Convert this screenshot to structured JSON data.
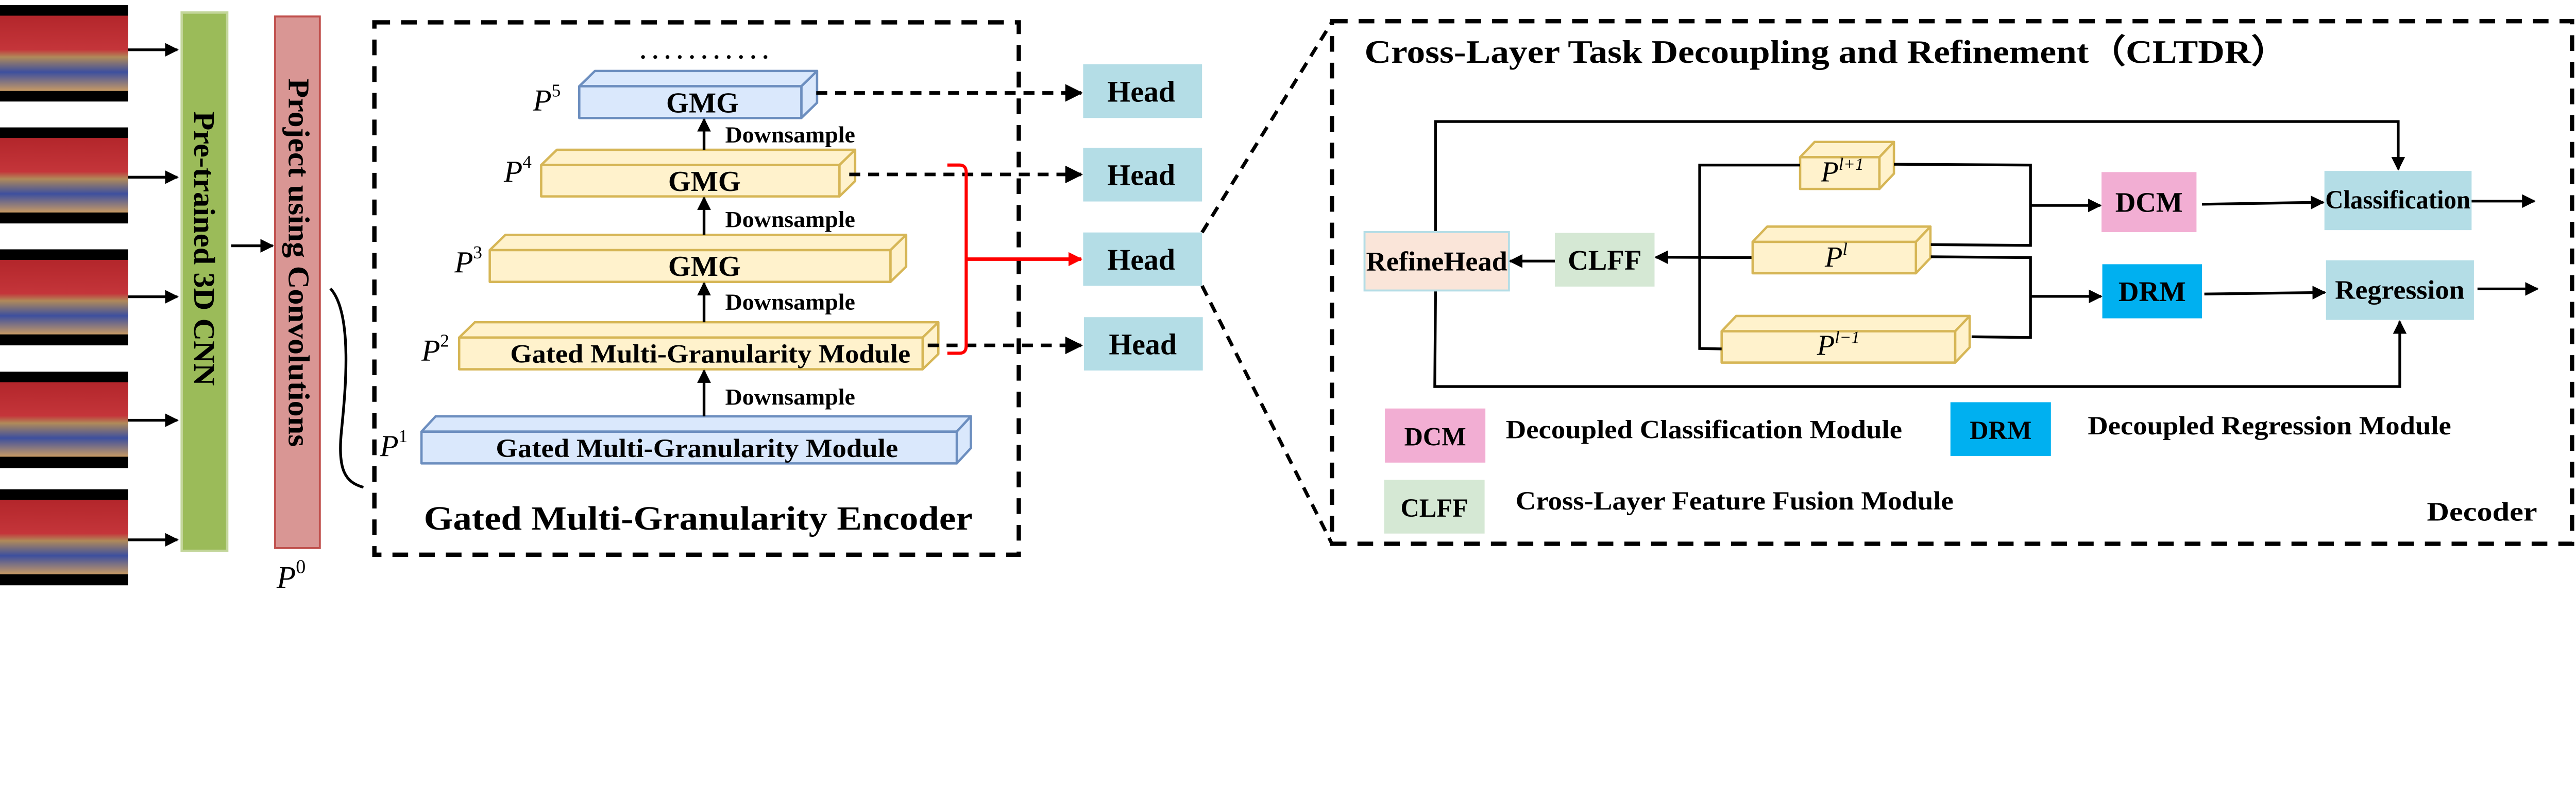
{
  "input": {
    "backbone_label": "Pre-trained 3D CNN",
    "projection_label": "Project using Convolutions",
    "p0_label": "P",
    "p0_sup": "0"
  },
  "encoder": {
    "title": "Gated Multi-Granularity Encoder",
    "ellipsis": "...........",
    "downsample_label": "Downsample",
    "levels": [
      {
        "label": "P",
        "sup": "5",
        "module": "GMG"
      },
      {
        "label": "P",
        "sup": "4",
        "module": "GMG"
      },
      {
        "label": "P",
        "sup": "3",
        "module": "GMG"
      },
      {
        "label": "P",
        "sup": "2",
        "module": "Gated Multi-Granularity Module"
      },
      {
        "label": "P",
        "sup": "1",
        "module": "Gated Multi-Granularity Module"
      }
    ]
  },
  "heads": [
    "Head",
    "Head",
    "Head",
    "Head"
  ],
  "decoder": {
    "title": "Cross-Layer Task Decoupling and Refinement（CLTDR）",
    "corner_label": "Decoder",
    "refine_head": "RefineHead",
    "clff": "CLFF",
    "dcm": "DCM",
    "drm": "DRM",
    "classification": "Classification",
    "regression": "Regression",
    "features": [
      {
        "label": "P",
        "sup": "l+1"
      },
      {
        "label": "P",
        "sup": "l"
      },
      {
        "label": "P",
        "sup": "l−1"
      }
    ],
    "legend": [
      {
        "abbr": "DCM",
        "text": "Decoupled Classification Module",
        "color": "#f2aed3"
      },
      {
        "abbr": "DRM",
        "text": "Decoupled Regression Module",
        "color": "#00b0f0"
      },
      {
        "abbr": "CLFF",
        "text": "Cross-Layer Feature Fusion Module",
        "color": "#d5e8d4"
      }
    ]
  },
  "colors": {
    "backbone": "#9bbb59",
    "projection": "#d99694",
    "gmg_blue": "#dae8fc",
    "gmg_yellow": "#fff2cc",
    "head": "#b4dde6",
    "refine_head": "#fae5d9",
    "red_bracket": "#ff0000"
  }
}
